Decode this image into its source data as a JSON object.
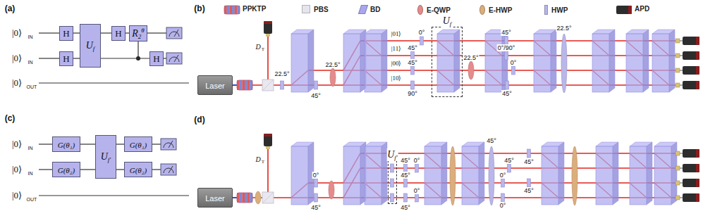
{
  "diagram": {
    "nodes": [
      {
        "text": [
          "H"
        ]
      },
      {
        "text": [
          "H"
        ]
      },
      {
        "text": [
          "U",
          "f"
        ]
      },
      {
        "text": [
          "H"
        ]
      },
      {
        "text": [
          "R",
          "2",
          "θ"
        ]
      },
      {
        "text": [
          "H"
        ]
      },
      {
        "text": [
          "Laser"
        ]
      },
      {
        "text": [
          "U",
          "f"
        ]
      },
      {
        "text": [
          "G(θ₁)"
        ]
      },
      {
        "text": [
          "G(θ₂)"
        ]
      },
      {
        "text": [
          "U",
          "f'"
        ]
      },
      {
        "text": [
          "G(θ₁)"
        ]
      },
      {
        "text": [
          "G(θ₂)"
        ]
      },
      {
        "text": [
          "Laser"
        ]
      },
      {
        "text": [
          "U",
          "f'"
        ]
      }
    ],
    "edges": [
      {
        "from": 0,
        "to": 2,
        "arrow": "none"
      },
      {
        "from": 1,
        "to": 2,
        "arrow": "none"
      },
      {
        "from": 2,
        "to": 3,
        "arrow": "none"
      },
      {
        "from": 3,
        "to": 4,
        "arrow": "none"
      },
      {
        "from": 2,
        "to": 5,
        "arrow": "none"
      },
      {
        "from": 8,
        "to": 10,
        "arrow": "none"
      },
      {
        "from": 9,
        "to": 10,
        "arrow": "none"
      },
      {
        "from": 10,
        "to": 11,
        "arrow": "none"
      },
      {
        "from": 10,
        "to": 12,
        "arrow": "none"
      }
    ],
    "labels": [
      "(a)",
      "|0⟩",
      "IN",
      "|0⟩",
      "IN",
      "|0⟩",
      "OUT",
      "(b)",
      "D",
      "T",
      "22.5°",
      "45°",
      "22.5°",
      "|01⟩",
      "|11⟩",
      "|00⟩",
      "|10⟩",
      "0°",
      "45°",
      "45°",
      "90°",
      "22.5°",
      "45°",
      "0°/90°",
      "0°",
      "45°",
      "22.5°",
      "(c)",
      "|0⟩",
      "IN",
      "|0⟩",
      "IN",
      "|0⟩",
      "OUT",
      "(d)",
      "D",
      "T",
      "0°",
      "45°",
      "45°",
      "45°",
      "0°",
      "45°",
      "0°",
      "45°",
      "0°",
      "0°",
      "45°",
      "45°",
      "45°"
    ],
    "legend": [
      {
        "text": "PPKTP"
      },
      {
        "text": "PBS",
        "color": "#e6e4ec"
      },
      {
        "text": "BD",
        "color": "#a9a6ee"
      },
      {
        "text": "E-QWP",
        "color": "#e58b8b"
      },
      {
        "text": "E-HWP",
        "color": "#dcae7c"
      },
      {
        "text": "HWP",
        "color": "#b9b6ea"
      },
      {
        "text": "APD"
      }
    ]
  }
}
